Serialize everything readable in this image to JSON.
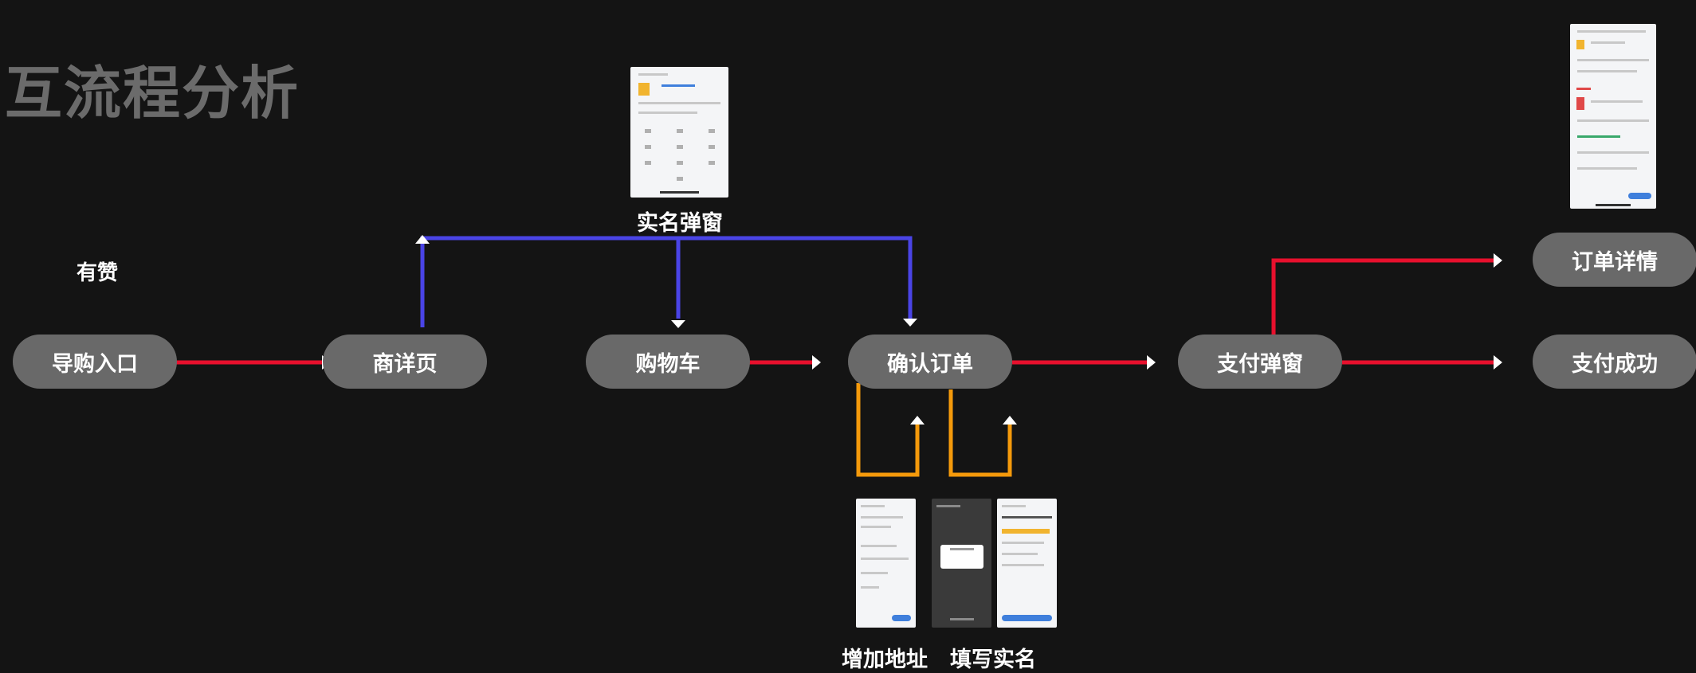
{
  "title": "互流程分析",
  "brand": "有赞",
  "nodes": {
    "entry": "导购入口",
    "product_detail": "商详页",
    "cart": "购物车",
    "confirm_order": "确认订单",
    "payment_popup": "支付弹窗",
    "order_detail": "订单详情",
    "payment_success": "支付成功"
  },
  "captions": {
    "realname_popup": "实名弹窗",
    "add_address": "增加地址",
    "fill_realname": "填写实名"
  },
  "colors": {
    "background": "#141414",
    "node_fill": "#696969",
    "main_flow": "#e8102d",
    "realname_flow": "#4a44e6",
    "sub_flow": "#f59a0b",
    "arrowhead": "#ffffff"
  }
}
